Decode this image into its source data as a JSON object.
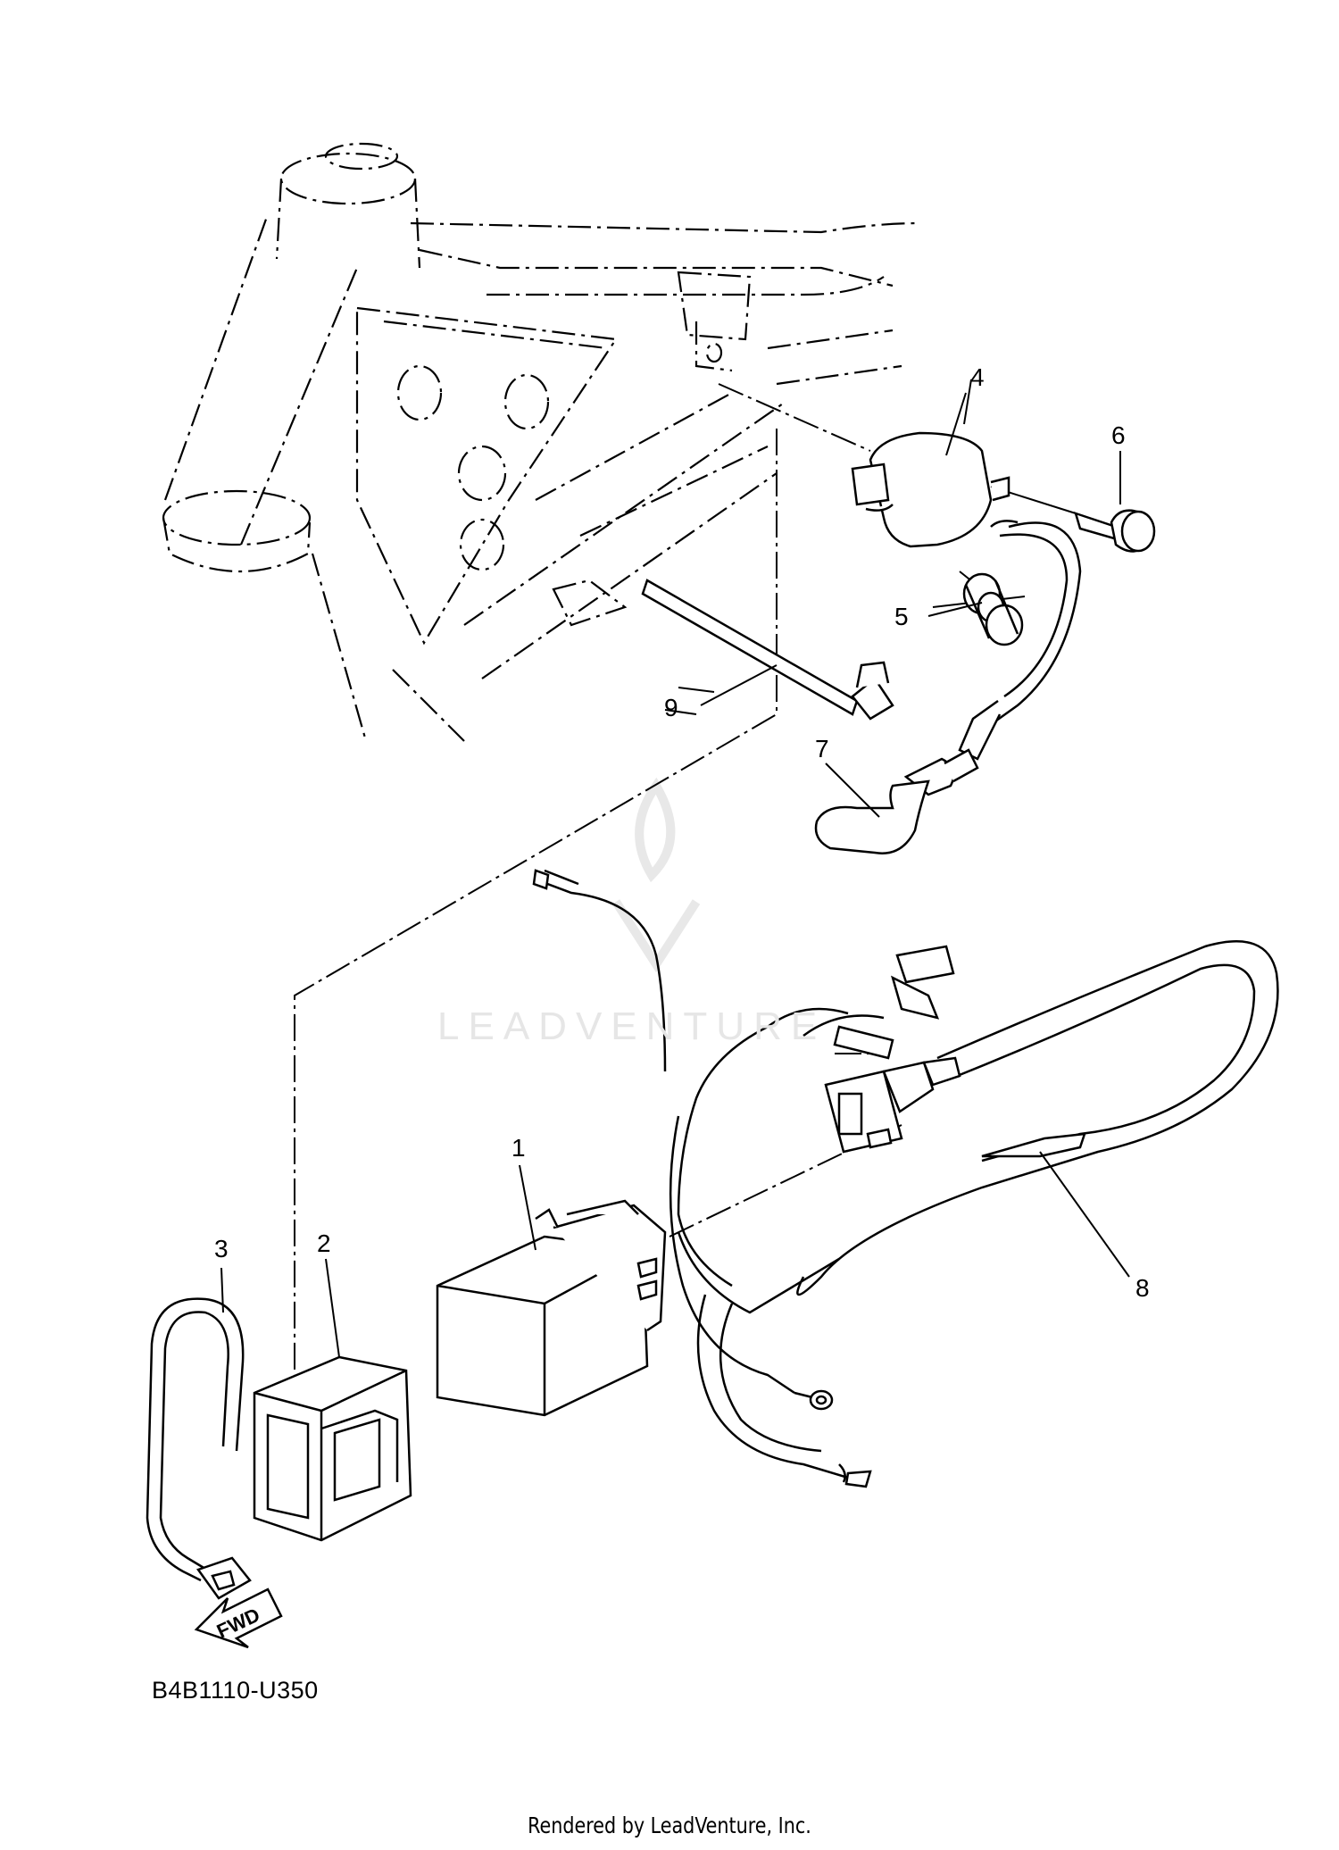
{
  "diagram": {
    "callouts": [
      "1",
      "2",
      "3",
      "4",
      "5",
      "6",
      "7",
      "8",
      "9"
    ],
    "arrow_label": "FWD",
    "drawing_code": "B4B1110-U350",
    "watermark": "LEADVENTURE",
    "footer": "Rendered by LeadVenture, Inc."
  },
  "colors": {
    "line": "#000000",
    "frame_dash": "#000000",
    "watermark": "#e6e6e6"
  }
}
